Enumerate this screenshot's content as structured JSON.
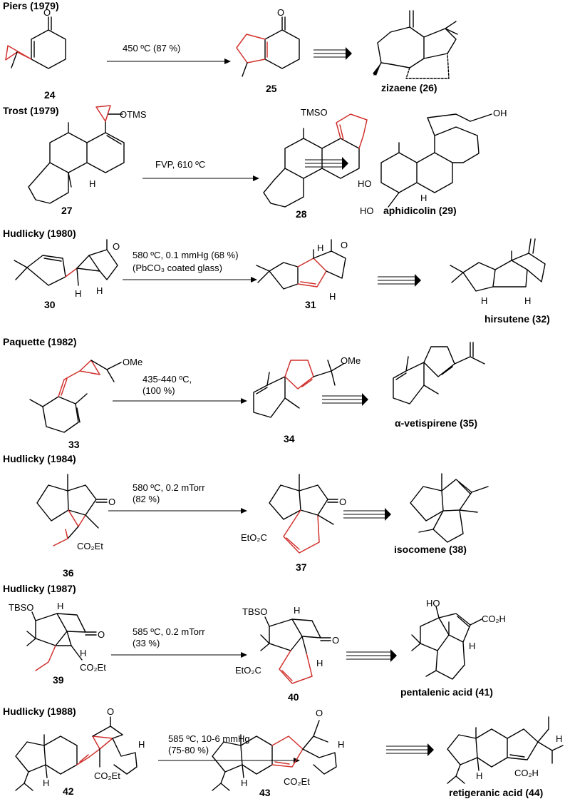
{
  "highlight_color": "#d0312d",
  "sections": [
    {
      "header": "Piers (1979)",
      "conditions": [
        "450 ºC (87 %)"
      ],
      "start_label": "24",
      "product_label": "25",
      "target_name": "zizaene (26)",
      "atoms": []
    },
    {
      "header": "Trost (1979)",
      "conditions": [
        "FVP, 610 ºC"
      ],
      "start_label": "27",
      "product_label": "28",
      "target_name": "aphidicolin (29)",
      "atoms": [
        "OTMS",
        "H",
        "TMSO",
        "HO",
        "H",
        "HO",
        "OH"
      ]
    },
    {
      "header": "Hudlicky (1980)",
      "conditions": [
        "580 ºC, 0.1 mmHg (68 %)",
        "(PbCO₃ coated glass)"
      ],
      "start_label": "30",
      "product_label": "31",
      "target_name": "hirsutene (32)",
      "atoms": [
        "O",
        "H",
        "H",
        "O",
        "H",
        "H",
        "H",
        "H"
      ]
    },
    {
      "header": "Paquette (1982)",
      "conditions": [
        "435-440 ºC,",
        "(100 %)"
      ],
      "start_label": "33",
      "product_label": "34",
      "target_name": "α-vetispirene (35)",
      "atoms": [
        "OMe",
        "OMe"
      ]
    },
    {
      "header": "Hudlicky (1984)",
      "conditions": [
        "580 ºC, 0.2 mTorr",
        "(82 %)"
      ],
      "start_label": "36",
      "product_label": "37",
      "target_name": "isocomene (38)",
      "atoms": [
        "O",
        "CO₂Et",
        "O",
        "EtO₂C"
      ]
    },
    {
      "header": "Hudlicky (1987)",
      "conditions": [
        "585 ºC, 0.2 mTorr",
        "(33 %)"
      ],
      "start_label": "39",
      "product_label": "40",
      "target_name": "pentalenic acid (41)",
      "atoms": [
        "TBSO",
        "H",
        "O",
        "H",
        "CO₂Et",
        "TBSO",
        "H",
        "O",
        "H",
        "EtO₂C",
        "HO",
        "CO₂H",
        "H"
      ]
    },
    {
      "header": "Hudlicky (1988)",
      "conditions": [
        "585 ºC, 10-6 mmHg",
        "(75-80 %)"
      ],
      "start_label": "42",
      "product_label": "43",
      "target_name": "retigeranic acid (44)",
      "atoms": [
        "O",
        "H",
        "H",
        "CO₂Et",
        "O",
        "H",
        "H",
        "CO₂Et",
        "H",
        "H",
        "CO₂H"
      ]
    }
  ]
}
